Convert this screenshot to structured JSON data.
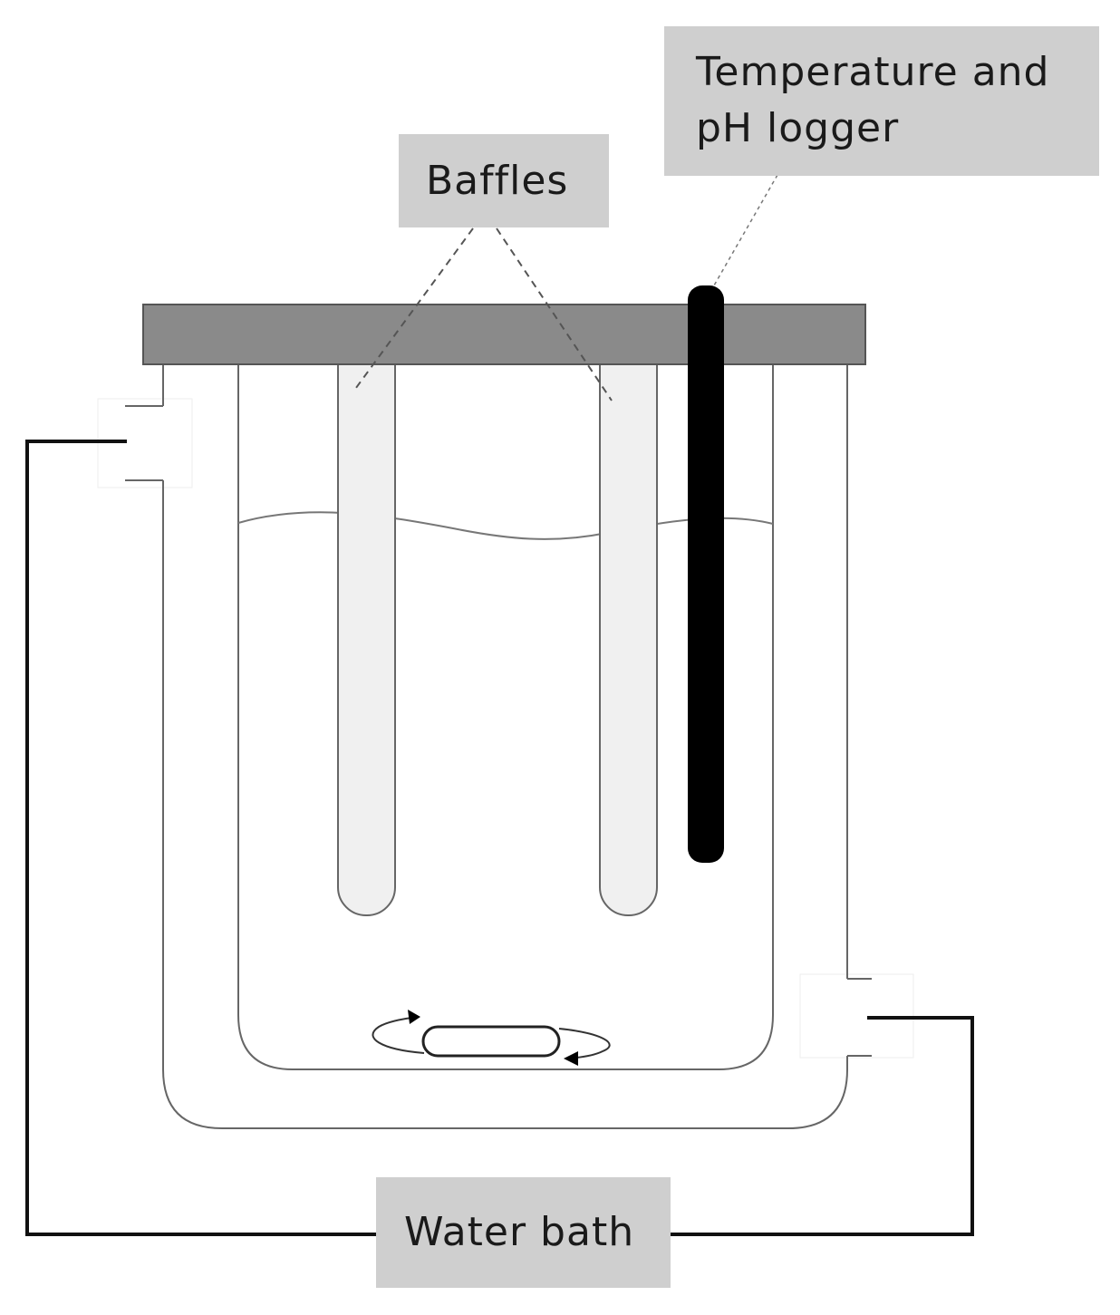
{
  "labels": {
    "temperature_logger": [
      "Temperature and",
      "pH logger"
    ],
    "baffles": "Baffles",
    "water_bath": "Water bath"
  },
  "colors": {
    "lid": "#8a8a8a",
    "label_box": "#cfcfcf",
    "baffle_fill": "#f0f0f0",
    "probe": "#000000",
    "outline": "#555555"
  }
}
